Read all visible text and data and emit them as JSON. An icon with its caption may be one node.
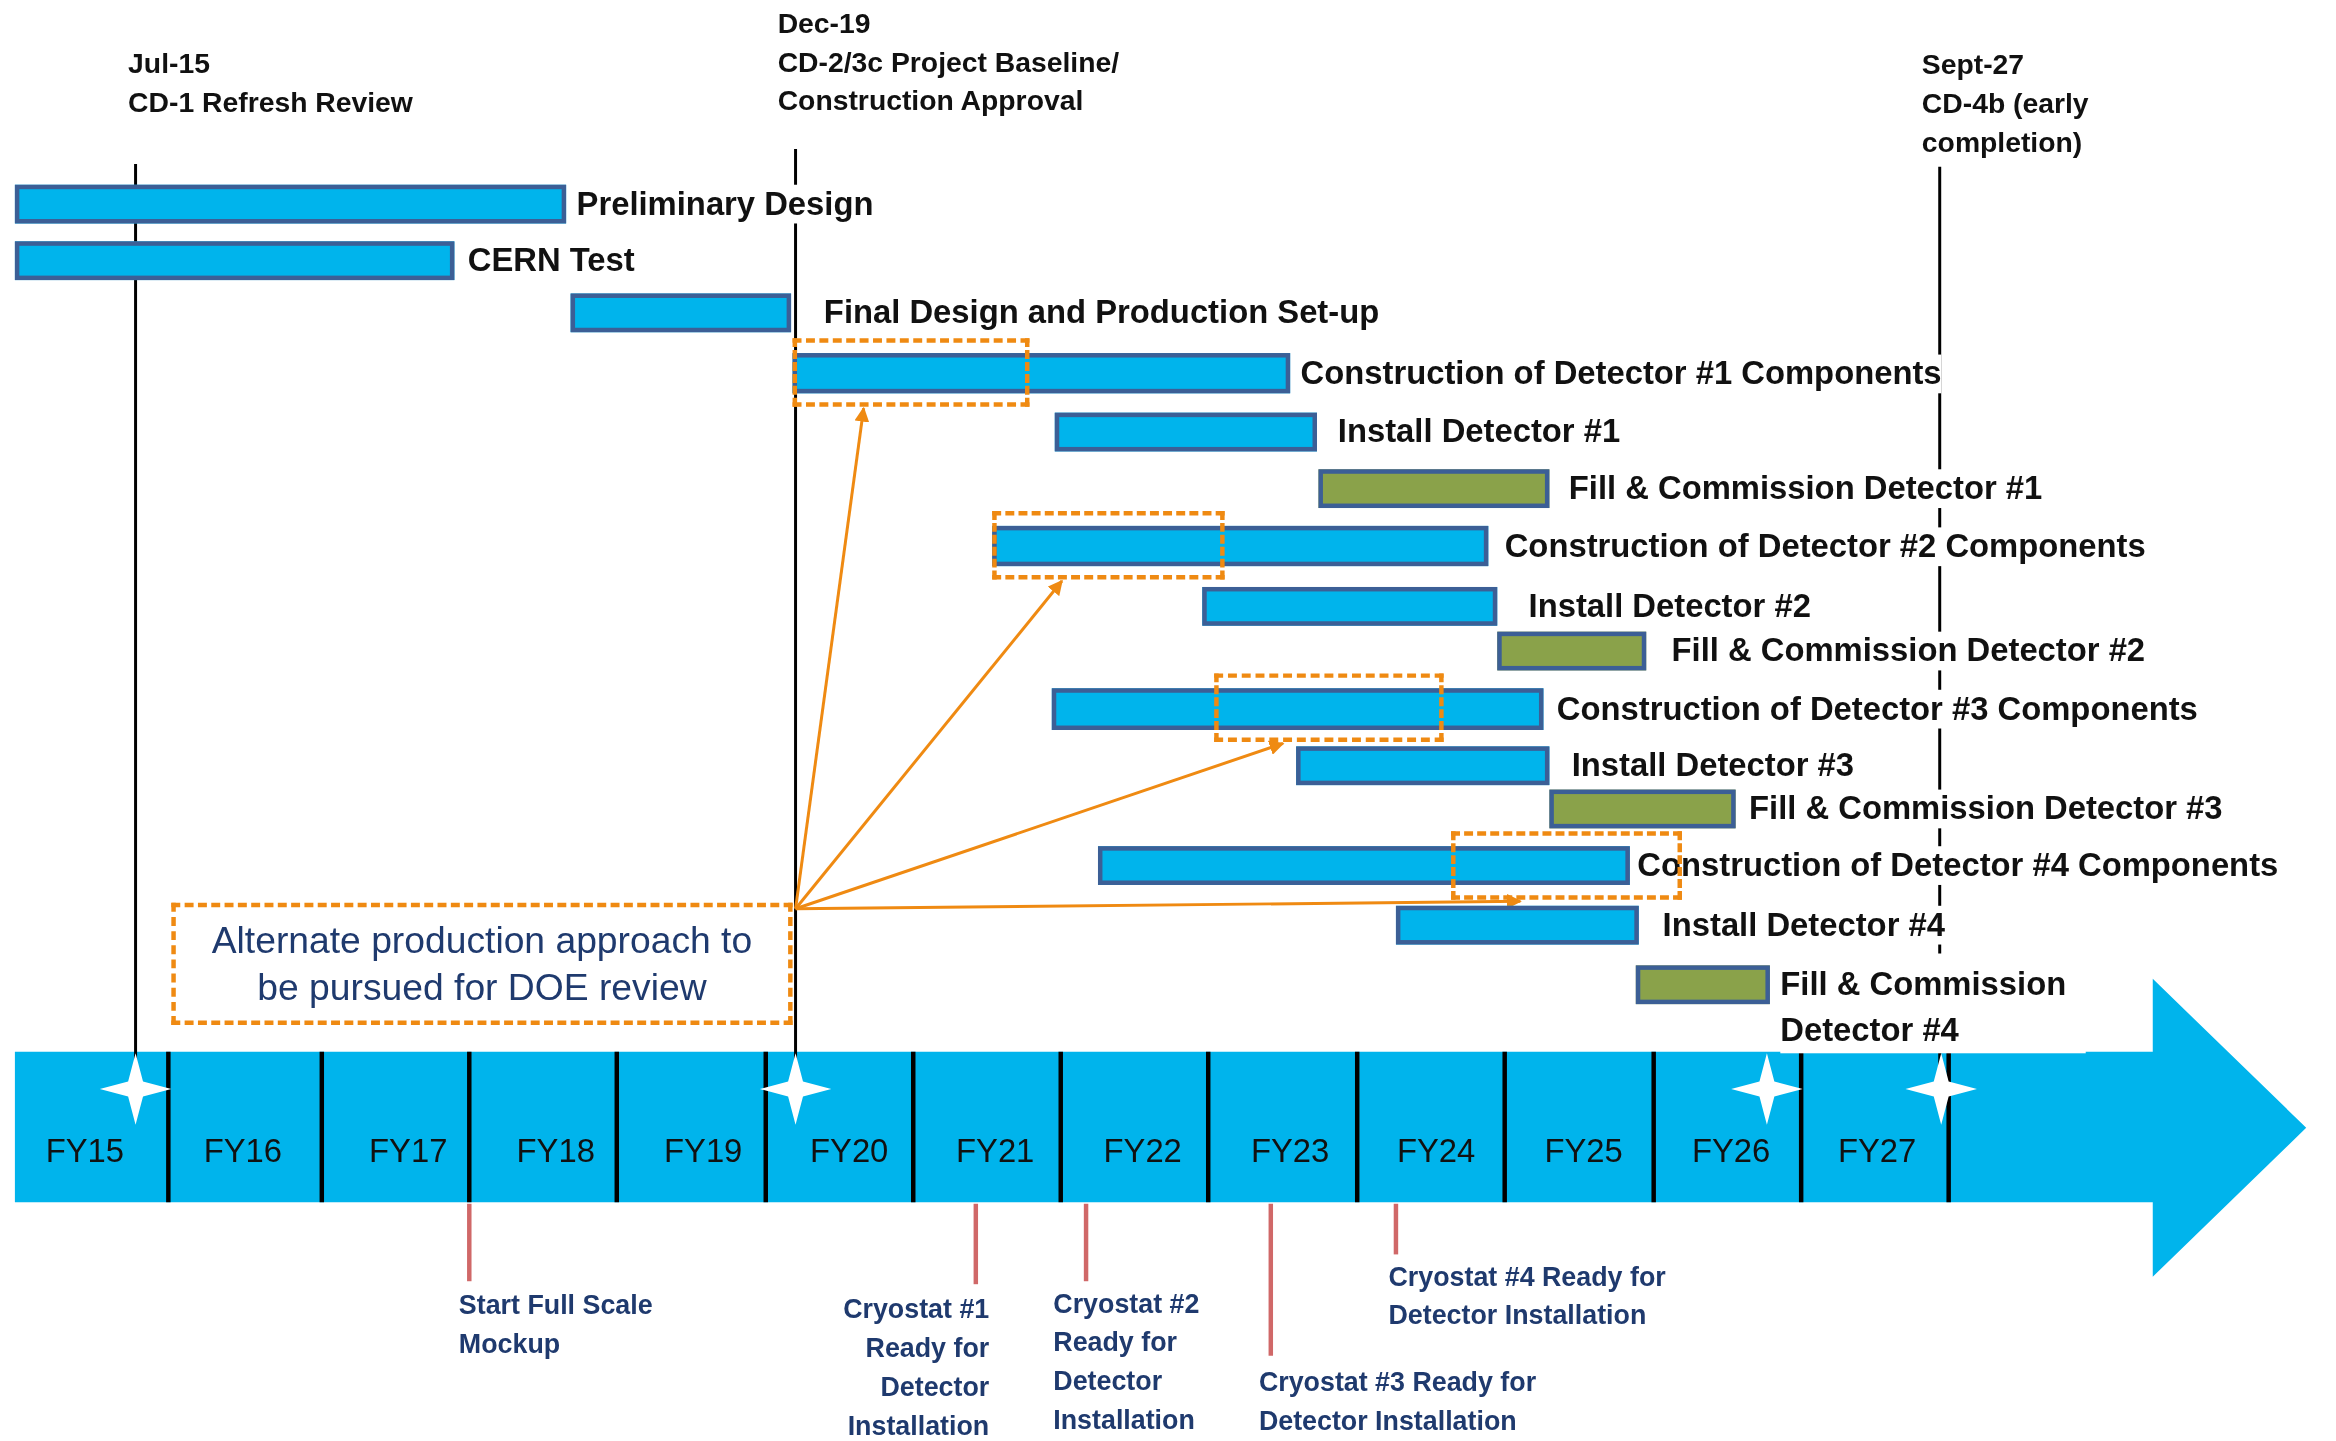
{
  "diagram": {
    "nodes": [
      {
        "text": [
          "Preliminary Design"
        ]
      },
      {
        "text": [
          "CERN Test"
        ]
      },
      {
        "text": [
          "Final Design and Production Set-up"
        ]
      },
      {
        "text": [
          "Construction of Detector #1 Components"
        ]
      },
      {
        "text": [
          "Install Detector #1"
        ]
      },
      {
        "text": [
          "Fill & Commission Detector #1"
        ]
      },
      {
        "text": [
          "Construction of Detector #2 Components"
        ]
      },
      {
        "text": [
          "Install Detector #2"
        ]
      },
      {
        "text": [
          "Fill & Commission Detector #2"
        ]
      },
      {
        "text": [
          "Construction of Detector #3 Components"
        ]
      },
      {
        "text": [
          "Install Detector #3"
        ]
      },
      {
        "text": [
          "Fill & Commission Detector #3"
        ]
      },
      {
        "text": [
          "Construction of Detector #4 Components"
        ]
      },
      {
        "text": [
          "Install Detector #4"
        ]
      },
      {
        "text": [
          "Fill & Commission Detector #4"
        ]
      },
      {
        "text": [],
        "shape": "box"
      },
      {
        "text": [],
        "shape": "box"
      },
      {
        "text": [],
        "shape": "box"
      },
      {
        "text": [],
        "shape": "box"
      },
      {
        "text": [
          "Alternate production approach to be pursued for DOE review"
        ]
      }
    ],
    "edges": [
      {
        "from": 19,
        "to": 15,
        "arrow": "to"
      },
      {
        "from": 19,
        "to": 16,
        "arrow": "to"
      },
      {
        "from": 19,
        "to": 17,
        "arrow": "to"
      },
      {
        "from": 19,
        "to": 18,
        "arrow": "to"
      }
    ],
    "labels": [
      "Jul-15",
      "CD-1 Refresh Review",
      "Dec-19",
      "CD-2/3c Project Baseline/ Construction Approval",
      "Sept-27",
      "CD-4b (early completion)",
      "FY15",
      "FY16",
      "FY17",
      "FY18",
      "FY19",
      "FY20",
      "FY21",
      "FY22",
      "FY23",
      "FY24",
      "FY25",
      "FY26",
      "FY27",
      "Start Full Scale Mockup",
      "Cryostat #4 Ready for Detector Installation",
      "Cryostat #1 Ready for Detector Installation",
      "Cryostat #2 Ready for Detector Installation",
      "Cryostat #3 Ready for Detector Installation"
    ]
  }
}
